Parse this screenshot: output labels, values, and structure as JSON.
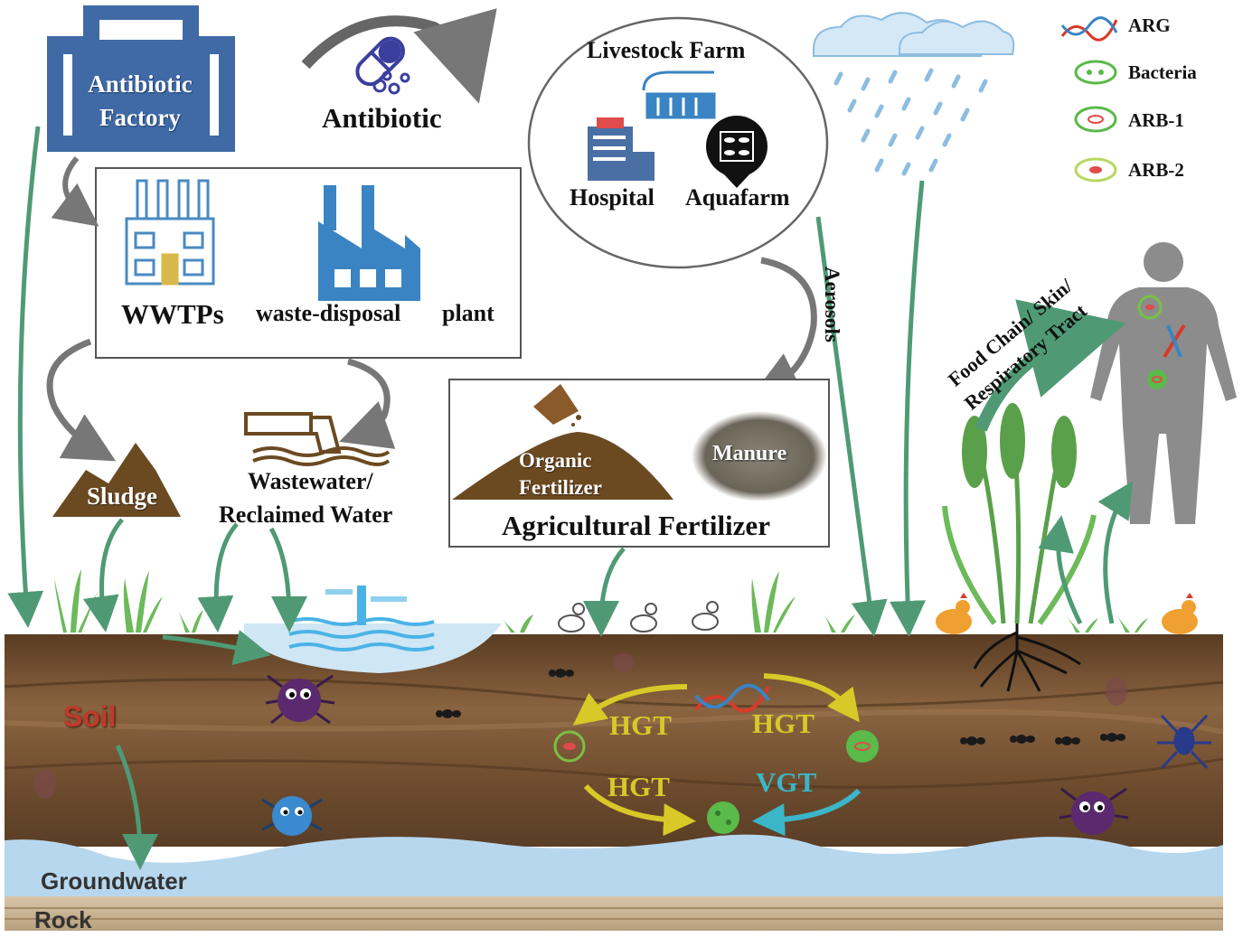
{
  "factory": {
    "line1": "Antibiotic",
    "line2": "Factory"
  },
  "antibiotic": {
    "label": "Antibiotic"
  },
  "treatment": {
    "wwtps": "WWTPs",
    "waste_disposal": "waste-disposal",
    "plant": "plant"
  },
  "sources": {
    "livestock": "Livestock Farm",
    "hospital": "Hospital",
    "aquafarm": "Aquafarm"
  },
  "sludge": {
    "label": "Sludge"
  },
  "wastewater": {
    "line1": "Wastewater/",
    "line2": "Reclaimed Water"
  },
  "fertilizer": {
    "organic_line1": "Organic",
    "organic_line2": "Fertilizer",
    "manure": "Manure",
    "title": "Agricultural Fertilizer"
  },
  "aerosols": {
    "label": "Aerosols"
  },
  "exposure": {
    "line1": "Food Chain/ Skin/",
    "line2": "Respiratory Tract"
  },
  "legend": [
    {
      "label": "ARG",
      "icon": "dna-helix-icon"
    },
    {
      "label": "Bacteria",
      "icon": "bacteria-icon"
    },
    {
      "label": "ARB-1",
      "icon": "arb1-bacteria-icon"
    },
    {
      "label": "ARB-2",
      "icon": "arb2-bacteria-icon"
    }
  ],
  "soil": {
    "label": "Soil",
    "groundwater": "Groundwater",
    "rock": "Rock"
  },
  "transfer": {
    "hgt1": "HGT",
    "hgt2": "HGT",
    "hgt3": "HGT",
    "vgt": "VGT"
  },
  "colors": {
    "factory_blue": "#3f6aa6",
    "arrow_green": "#4f9a75",
    "soil_brown": "#6b4a2c",
    "water_blue": "#a9cfe8",
    "hgt_yellow": "#d8c928",
    "vgt_cyan": "#3bb6c9",
    "soil_red": "#c0392b"
  }
}
